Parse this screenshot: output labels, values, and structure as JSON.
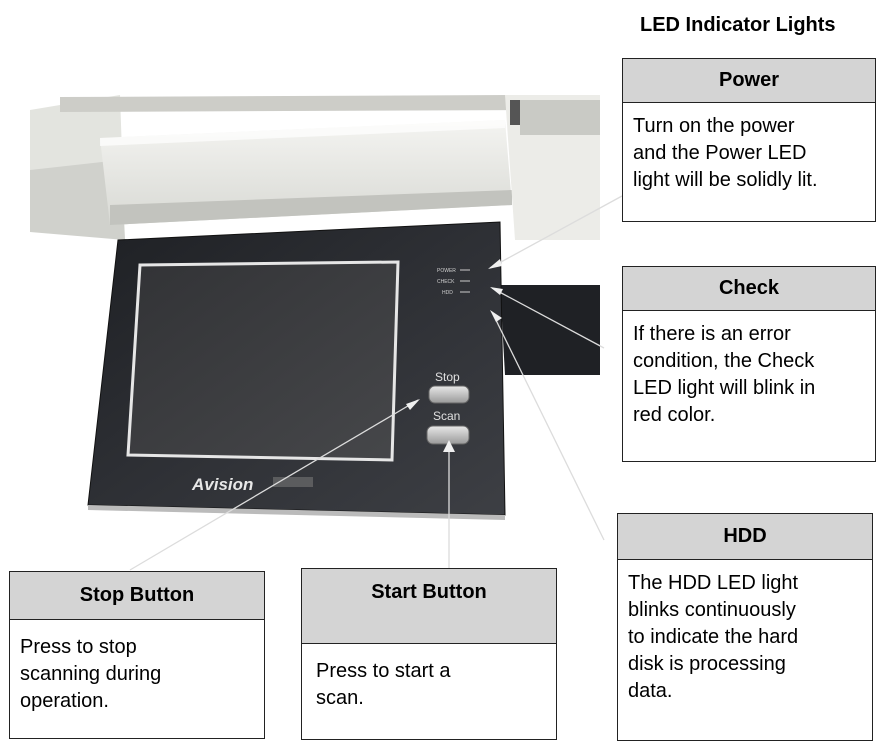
{
  "title": "LED Indicator Lights",
  "device": {
    "brand": "Avision",
    "button_stop": "Stop",
    "button_scan": "Scan",
    "led_power": "POWER",
    "led_check": "CHECK",
    "led_hdd": "HDD"
  },
  "callouts": {
    "power": {
      "title": "Power",
      "lines": [
        "Turn on the power",
        "and the Power LED",
        "light will be solidly lit."
      ]
    },
    "check": {
      "title": "Check",
      "lines": [
        "If there is an error",
        "condition, the Check",
        "LED light will blink in",
        "red color."
      ]
    },
    "hdd": {
      "title": "HDD",
      "lines": [
        "The HDD LED light",
        "blinks continuously",
        "to indicate the hard",
        "disk is processing",
        "data."
      ]
    },
    "stop": {
      "title": "Stop Button",
      "lines": [
        "Press to stop",
        "scanning during",
        "operation."
      ]
    },
    "start": {
      "title": "Start Button",
      "lines": [
        "Press to start a",
        "scan."
      ]
    }
  },
  "colors": {
    "panel": "#2a2c30",
    "screen": "#3a3b3e",
    "header_fill": "#d4d4d4"
  }
}
